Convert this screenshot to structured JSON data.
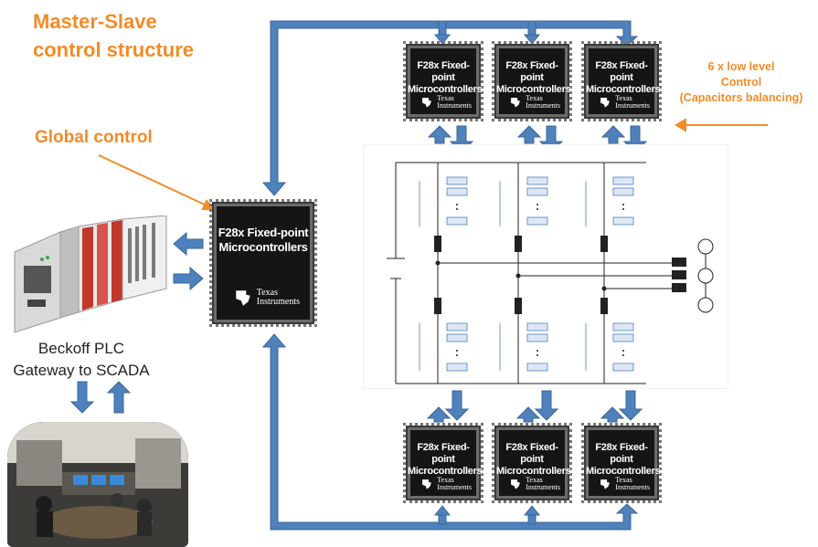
{
  "title_lines": [
    "Master-Slave",
    "control structure"
  ],
  "global_control_label": "Global control",
  "low_level_lines": [
    "6 x low level",
    "Control",
    "(Capacitors balancing)"
  ],
  "chip": {
    "label_line1": "F28x Fixed-point",
    "label_line2": "Microcontrollers",
    "brand_line1": "Texas",
    "brand_line2": "Instruments"
  },
  "plc_caption_lines": [
    "Beckoff PLC",
    "Gateway to SCADA"
  ],
  "colors": {
    "accent": "#f28c28",
    "arrow": "#4f81bd",
    "arrow_outline": "#3a6799",
    "chip": "#151515"
  }
}
